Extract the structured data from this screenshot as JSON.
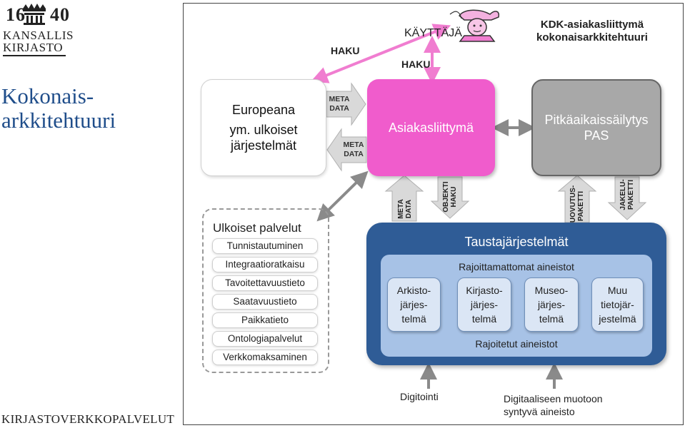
{
  "logo": {
    "year_left": "16",
    "year_right": "40",
    "name_line1": "KANSALLIS",
    "name_line2": "KIRJASTO"
  },
  "left_title": {
    "line1": "Kokonais-",
    "line2": "arkkitehtuuri"
  },
  "footer_left": "KIRJASTOVERKKOPALVELUT",
  "header": {
    "title_line1": "KDK-asiakasliittymä",
    "title_line2": "kokonaisarkkitehtuuri"
  },
  "user": {
    "label": "KÄYTTÄJÄ",
    "haku_top": "HAKU",
    "haku_left": "HAKU"
  },
  "europeana": {
    "line1": "Europeana",
    "line2": "ym. ulkoiset",
    "line3": "järjestelmät"
  },
  "meta_arrows": {
    "top_line1": "META",
    "top_line2": "DATA",
    "bottom_line1": "META",
    "bottom_line2": "DATA"
  },
  "asiakasliittyma": "Asiakasliittymä",
  "pas": {
    "line1": "Pitkäaikaissäilytys",
    "line2": "PAS"
  },
  "external_services": {
    "title": "Ulkoiset palvelut",
    "items": [
      "Tunnistautuminen",
      "Integraatioratkaisu",
      "Tavoitettavuustieto",
      "Saatavuustieto",
      "Paikkatieto",
      "Ontologiapalvelut",
      "Verkkomaksaminen"
    ]
  },
  "vertical_arrows": {
    "meta_line1": "META",
    "meta_line2": "DATA",
    "objekti_line1": "OBJEKTI",
    "objekti_line2": "HAKU",
    "luovutus_line1": "LUOVUTUS-",
    "luovutus_line2": "PAKETTI",
    "jakelu_line1": "JAKELU-",
    "jakelu_line2": "PAKETTI"
  },
  "background_systems": {
    "title": "Taustajärjestelmät",
    "unrestricted": "Rajoittamattomat aineistot",
    "restricted": "Rajoitetut aineistot",
    "systems": [
      [
        "Arkisto-",
        "järjes-",
        "telmä"
      ],
      [
        "Kirjasto-",
        "järjes-",
        "telmä"
      ],
      [
        "Museo-",
        "järjes-",
        "telmä"
      ],
      [
        "Muu",
        "tietojär-",
        "jestelmä"
      ]
    ]
  },
  "inputs": {
    "digitointi": "Digitointi",
    "born_digital_line1": "Digitaaliseen muotoon",
    "born_digital_line2": "syntyvä aineisto"
  },
  "colors": {
    "pink": "#f05ccc",
    "dark_blue": "#2f5c96",
    "light_blue": "#a7c2e6",
    "grey": "#a8a8a8",
    "title_blue": "#1f4d8a"
  }
}
